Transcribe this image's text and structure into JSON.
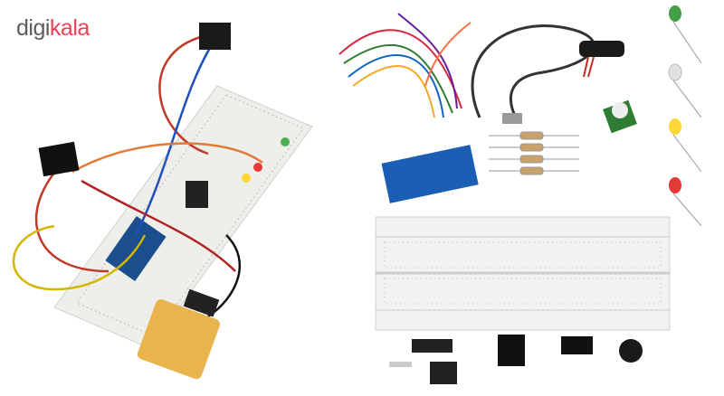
{
  "brand": {
    "part1": "digi",
    "part2": "kala",
    "colors": {
      "gray": "#5c5c5c",
      "red": "#ef4056"
    }
  },
  "image": {
    "left_item": "assembled-breadboard-circuit",
    "right_items": [
      "jumper-wires",
      "usb-cable",
      "9v-battery-clip",
      "green-led",
      "white-led",
      "yellow-led",
      "red-led",
      "pir-sensor",
      "resistors",
      "arduino-nano",
      "breadboard",
      "fuse",
      "rocker-switch",
      "micro-switch",
      "buzzer"
    ]
  }
}
